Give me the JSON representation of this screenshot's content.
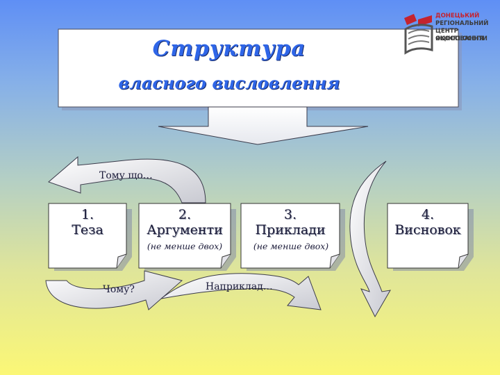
{
  "title": {
    "line1": "Структура",
    "line2": "власного висловлення"
  },
  "logo": {
    "icon": "book-logo-icon",
    "lines": [
      "ДОНЕЦЬКИЙ",
      "РЕГІОНАЛЬНИЙ",
      "ЦЕНТР ОЦІНЮВАННЯ",
      "ЯКОСТІ ОСВІТИ"
    ]
  },
  "steps": [
    {
      "number": "1.",
      "label": "Теза",
      "note": ""
    },
    {
      "number": "2.",
      "label": "Аргументи",
      "note": "(не менше двох)"
    },
    {
      "number": "3.",
      "label": "Приклади",
      "note": "(не менше двох)"
    },
    {
      "number": "4.",
      "label": "Висновок",
      "note": ""
    }
  ],
  "connectors": {
    "top": "Тому що…",
    "bottom_left": "Чому?",
    "bottom_mid": "Наприклад…"
  },
  "colors": {
    "gradient_top": "#5f8ff5",
    "gradient_bottom": "#fbf776",
    "title_text": "#2f66e8",
    "arrow_fill": "#cfd0d6",
    "box_fill": "#ffffff",
    "logo_red": "#c4232f"
  }
}
